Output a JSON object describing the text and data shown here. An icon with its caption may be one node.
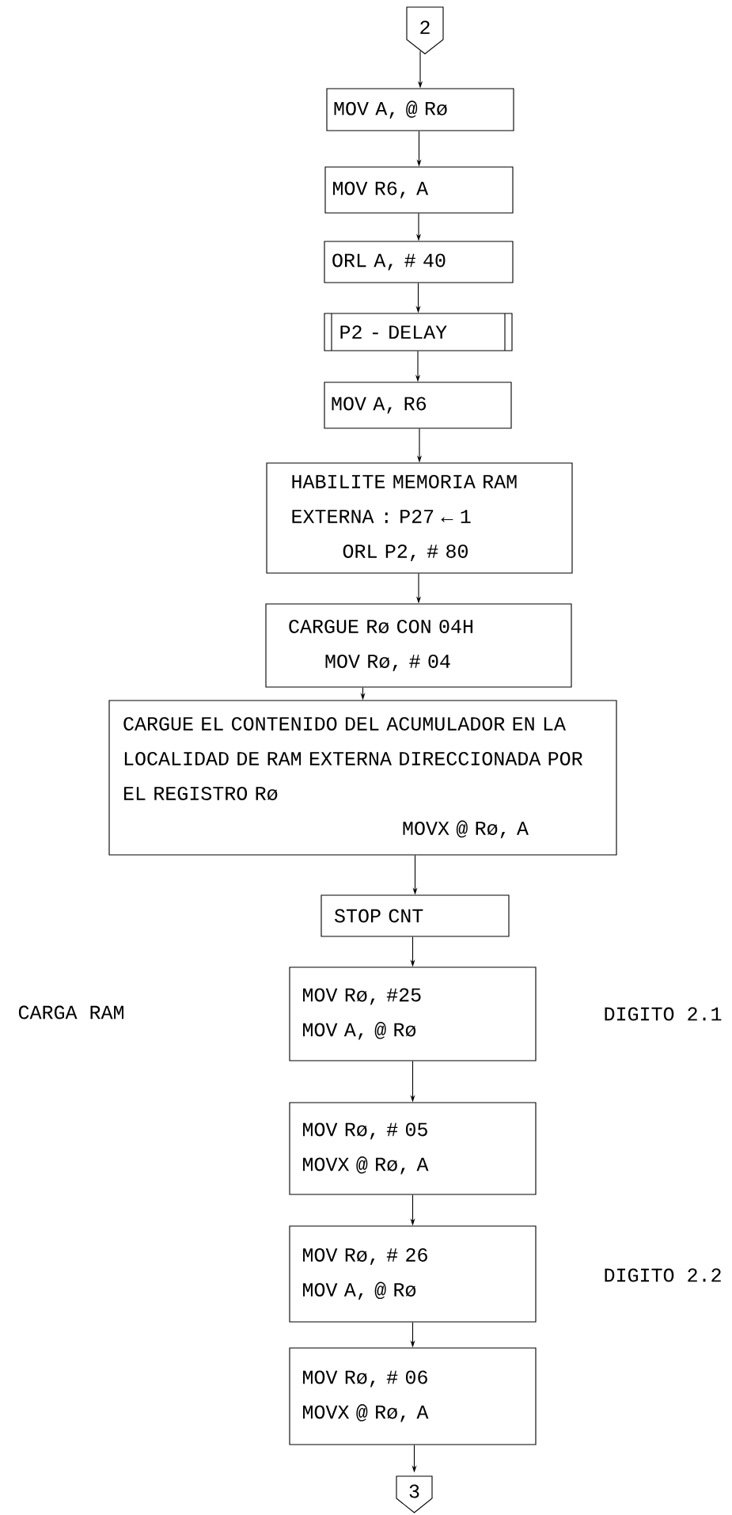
{
  "diagram": {
    "nodes": [
      {
        "text": [
          "2"
        ]
      },
      {
        "text": [
          "MOV A, @ Rø"
        ]
      },
      {
        "text": [
          "MOV R6, A"
        ]
      },
      {
        "text": [
          "ORL A, # 40"
        ]
      },
      {
        "text": [
          "P2 - DELAY"
        ]
      },
      {
        "text": [
          "MOV A, R6"
        ]
      },
      {
        "text": [
          "HABILITE MEMORIA RAM EXTERNA : P27 ← 1",
          "ORL P2, # 80"
        ]
      },
      {
        "text": [
          "CARGUE Rø CON 04H",
          "MOV Rø, # 04"
        ]
      },
      {
        "text": [
          "CARGUE EL CONTENIDO DEL ACUMULADOR EN LA LOCALIDAD DE RAM EXTERNA DIRECCIONADA POR EL REGISTRO Rø",
          "MOVX @ Rø, A"
        ]
      },
      {
        "text": [
          "STOP CNT"
        ]
      },
      {
        "text": [
          "MOV Rø, #25",
          "MOV A, @ Rø"
        ]
      },
      {
        "text": [
          "MOV Rø, # 05",
          "MOVX @ Rø, A"
        ]
      },
      {
        "text": [
          "MOV Rø, # 26",
          "MOV A, @ Rø"
        ]
      },
      {
        "text": [
          "MOV Rø, # 06",
          "MOVX @ Rø, A"
        ]
      },
      {
        "text": [
          "3"
        ]
      }
    ],
    "edges": [
      {
        "from": 0,
        "to": 1,
        "arrow": "to"
      },
      {
        "from": 1,
        "to": 2,
        "arrow": "to"
      },
      {
        "from": 2,
        "to": 3,
        "arrow": "to"
      },
      {
        "from": 3,
        "to": 4,
        "arrow": "to"
      },
      {
        "from": 4,
        "to": 5,
        "arrow": "to"
      },
      {
        "from": 5,
        "to": 6,
        "arrow": "to"
      },
      {
        "from": 6,
        "to": 7,
        "arrow": "to"
      },
      {
        "from": 7,
        "to": 8,
        "arrow": "to"
      },
      {
        "from": 8,
        "to": 9,
        "arrow": "to"
      },
      {
        "from": 9,
        "to": 10,
        "arrow": "to"
      },
      {
        "from": 10,
        "to": 11,
        "arrow": "to"
      },
      {
        "from": 11,
        "to": 12,
        "arrow": "to"
      },
      {
        "from": 12,
        "to": 13,
        "arrow": "to"
      },
      {
        "from": 13,
        "to": 14,
        "arrow": "to"
      }
    ],
    "labels": [
      "CARGA RAM",
      "DIGITO 2.1",
      "DIGITO 2.2"
    ]
  }
}
